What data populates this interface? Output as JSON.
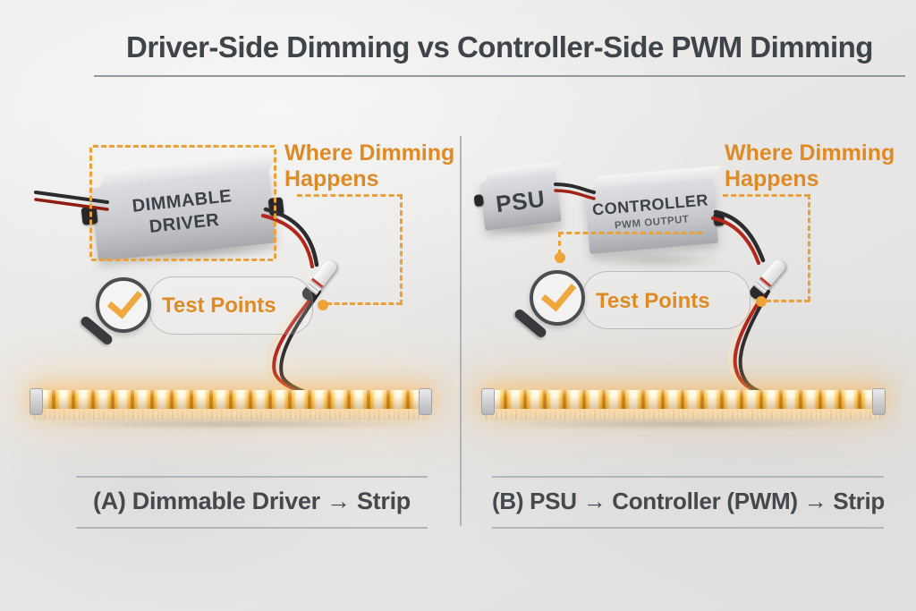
{
  "title": "Driver-Side Dimming vs Controller-Side PWM Dimming",
  "colors": {
    "accent_orange_text": "#DE8B26",
    "dashed_orange": "#EAA13A",
    "heading_gray": "#3F444B",
    "led_amber": "#FFB53E"
  },
  "icons": {
    "test_points_icon": "magnifier-with-checkmark"
  },
  "panels": [
    {
      "id": "A",
      "driver_label_line1": "DIMMABLE",
      "driver_label_line2": "DRIVER",
      "where_dimming_line1": "Where Dimming",
      "where_dimming_line2": "Happens",
      "test_points": "Test Points",
      "caption": "(A) Dimmable Driver → Strip"
    },
    {
      "id": "B",
      "psu_label": "PSU",
      "controller_label": "CONTROLLER",
      "controller_sub_label": "PWM OUTPUT",
      "where_dimming_line1": "Where Dimming",
      "where_dimming_line2": "Happens",
      "test_points": "Test Points",
      "caption": "(B) PSU → Controller (PWM) → Strip"
    }
  ]
}
